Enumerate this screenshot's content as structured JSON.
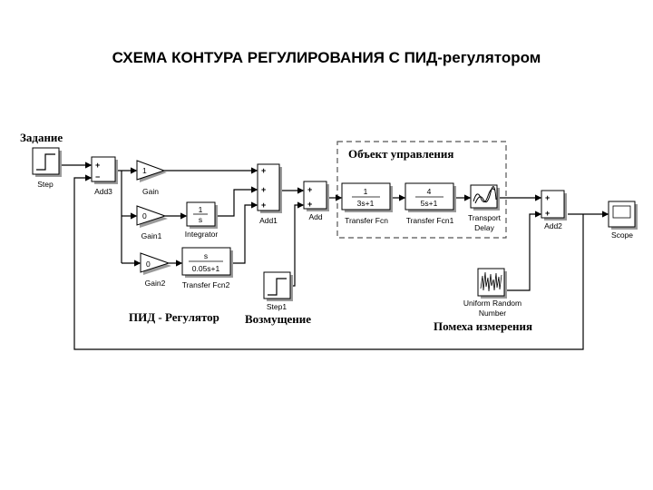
{
  "title": "СХЕМА КОНТУРА РЕГУЛИРОВАНИЯ С  ПИД-регулятором",
  "annotations": {
    "setpoint": "Задание",
    "plant": "Объект управления",
    "pid": "ПИД - Регулятор",
    "disturbance": "Возмущение",
    "noise": "Помеха измерения"
  },
  "blocks": {
    "step": {
      "label": "Step"
    },
    "add3": {
      "label": "Add3",
      "sign1": "+",
      "sign2": "−"
    },
    "gain": {
      "label": "Gain",
      "value": "1"
    },
    "gain1": {
      "label": "Gain1",
      "value": "0"
    },
    "gain2": {
      "label": "Gain2",
      "value": "0"
    },
    "integrator": {
      "label": "Integrator",
      "num": "1",
      "den": "s"
    },
    "tf2": {
      "label": "Transfer Fcn2",
      "num": "s",
      "den": "0.05s+1"
    },
    "add1": {
      "label": "Add1",
      "sign1": "+",
      "sign2": "+",
      "sign3": "+"
    },
    "step1": {
      "label": "Step1"
    },
    "add": {
      "label": "Add",
      "sign1": "+",
      "sign2": "+"
    },
    "tf": {
      "label": "Transfer Fcn",
      "num": "1",
      "den": "3s+1"
    },
    "tf1": {
      "label": "Transfer Fcn1",
      "num": "4",
      "den": "5s+1"
    },
    "delay": {
      "label1": "Transport",
      "label2": "Delay"
    },
    "urn": {
      "label1": "Uniform Random",
      "label2": "Number"
    },
    "add2": {
      "label": "Add2",
      "sign1": "+",
      "sign2": "+"
    },
    "scope": {
      "label": "Scope"
    }
  }
}
